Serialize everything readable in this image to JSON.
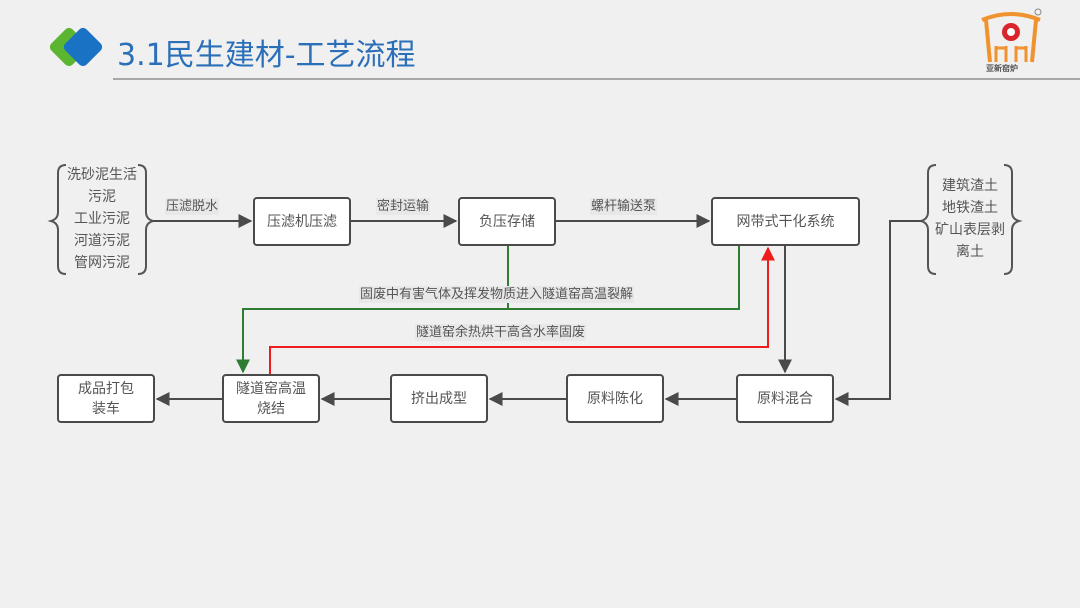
{
  "header": {
    "title": "3.1民生建材-工艺流程",
    "brand_name": "亚新窑炉",
    "colors": {
      "title": "#2b6fb8",
      "diamond_blue": "#1a72c4",
      "diamond_green": "#5cb531",
      "brand_orange": "#f0922e",
      "brand_red": "#d9252b"
    }
  },
  "diagram": {
    "input_group_left": [
      "洗砂泥生活",
      "污泥",
      "工业污泥",
      "河道污泥",
      "管网污泥"
    ],
    "input_group_right": [
      "建筑渣土",
      "地铁渣土",
      "矿山表层剥",
      "离土"
    ],
    "nodes": {
      "filter_press": "压滤机压滤",
      "negative_pressure_storage": "负压存储",
      "belt_dryer": "网带式干化系统",
      "material_mixing": "原料混合",
      "material_aging": "原料陈化",
      "extrusion": "挤出成型",
      "tunnel_kiln_line1": "隧道窑高温",
      "tunnel_kiln_line2": "烧结",
      "packing_line1": "成品打包",
      "packing_line2": "装车"
    },
    "edge_labels": {
      "dewatering": "压滤脱水",
      "sealed_transport": "密封运输",
      "screw_pump": "螺杆输送泵",
      "gas_to_kiln": "固废中有害气体及挥发物质进入隧道窑高温裂解",
      "waste_heat": "隧道窑余热烘干高含水率固废"
    },
    "colors": {
      "line": "#4a4a4a",
      "green_line": "#2e7d32",
      "red_line": "#ee1c1c"
    }
  }
}
